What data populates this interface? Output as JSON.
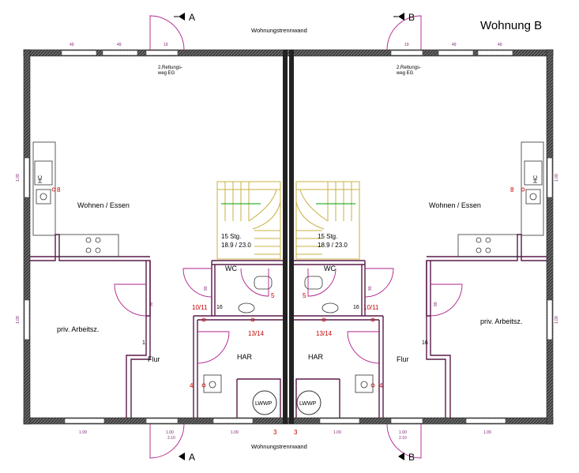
{
  "title": "Wohnung B",
  "party_wall_label": "Wohnungstrennwand",
  "section_markers": {
    "a": "A",
    "b": "B"
  },
  "rooms_left": {
    "wohnen": "Wohnen / Essen",
    "arbeit": "priv. Arbeitsz.",
    "flur": "Flur",
    "har": "HAR",
    "wc": "WC",
    "stairs": "15 Stg.",
    "stairs_dim": "18.9 / 23.0",
    "rescue1": "2.Rettungs-",
    "rescue2": "weg EG",
    "lwwp": "LWWP",
    "hc": "HC"
  },
  "rooms_right": {
    "wohnen": "Wohnen / Essen",
    "arbeit": "priv. Arbeitsz.",
    "flur": "Flur",
    "har": "HAR",
    "wc": "WC",
    "stairs": "15 Stg.",
    "stairs_dim": "18.9 / 23.0",
    "rescue1": "2.Rettungs-",
    "rescue2": "weg EG",
    "lwwp": "LWWP",
    "hc": "HC"
  },
  "red_labels": {
    "l_8": "8",
    "l_5": "5",
    "l_1011": "10/11",
    "l_1314": "13/14",
    "l_4": "4",
    "l_3": "3",
    "r_8": "8",
    "r_5": "5",
    "r_1011": "10/11",
    "r_1314": "13/14",
    "r_4": "4",
    "r_3": "3"
  },
  "dims": {
    "top_l1": "49",
    "top_l2": "49",
    "top_r1": "49",
    "top_r2": "49",
    "door_top": "19",
    "side1": "1.09",
    "side2": "1.09",
    "bot1": "1.09",
    "bot2": "1.00",
    "bot3": "1.09",
    "bot4": "1.09",
    "door_h1": "90",
    "door_h2": "2.10",
    "mark16": "16",
    "mark1": "1"
  },
  "colors": {
    "wall": "#2a2a2a",
    "line": "#5a1a4a",
    "door": "#b0208c",
    "stairs": "#c8b040",
    "window": "#00a000",
    "red": "#c00000"
  }
}
